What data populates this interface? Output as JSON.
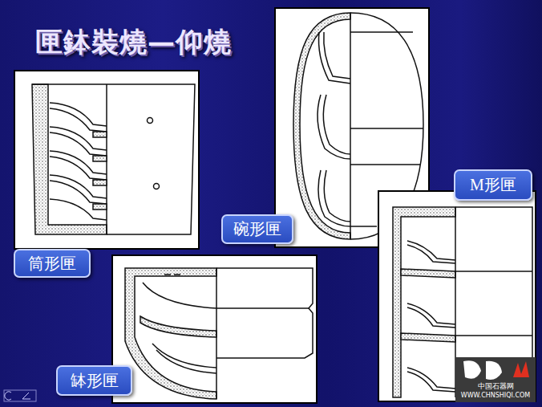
{
  "diagram": {
    "title": "匣鉢裝燒—仰燒",
    "nodes": [
      {
        "text": [
          "筒形匣"
        ]
      },
      {
        "text": [
          "碗形匣"
        ]
      },
      {
        "text": [
          "M形匣"
        ]
      },
      {
        "text": [
          "缽形匣"
        ]
      }
    ],
    "labels": [
      "中国石器网",
      "WWW.CHNSHIQI.COM"
    ]
  }
}
